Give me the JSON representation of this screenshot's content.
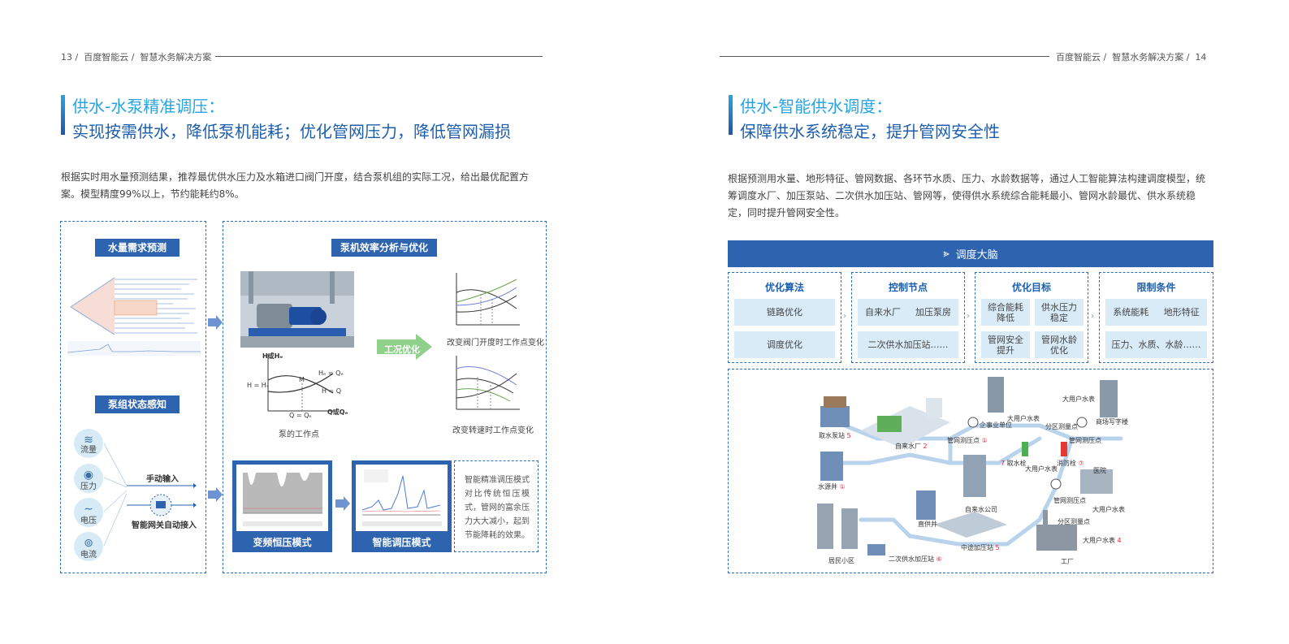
{
  "left": {
    "header": {
      "page": "13",
      "brand": "百度智能云",
      "doc": "智慧水务解决方案"
    },
    "title_line1": "供水-水泵精准调压：",
    "title_line2": "实现按需供水，降低泵机能耗；优化管网压力，降低管网漏损",
    "description": "根据实时用水量预测结果，推荐最优供水压力及水箱进口阀门开度，结合泵机组的实际工况，给出最优配置方案。模型精度99%以上，节约能耗约8%。",
    "panel_demand": "水量需求预测",
    "panel_sensing": "泵组状态感知",
    "sensors": [
      {
        "icon": "wave-icon",
        "label": "流量"
      },
      {
        "icon": "gauge-icon",
        "label": "压力"
      },
      {
        "icon": "sine-icon",
        "label": "电压"
      },
      {
        "icon": "current-icon",
        "label": "电流"
      }
    ],
    "manual_input": "手动输入",
    "gateway_input": "智能网关自动接入",
    "panel_efficiency": "泵机效率分析与优化",
    "pump_caption": "泵的工作点",
    "condition_opt": "工况优化",
    "valve_caption": "改变阀门开度时工作点变化",
    "speed_caption": "改变转速时工作点变化",
    "mode_constant": "变频恒压模式",
    "mode_smart": "智能调压模式",
    "mode_note": "智能精准调压模式对比传统恒压模式，管网的富余压力大大减小，起到节能降耗的效果。",
    "chart_labels": {
      "axis_h": "H或Hₑ",
      "axis_q": "Q或Qₑ",
      "he_qe": "Hₑ = Qₑ",
      "h_q": "H = Q",
      "h_hs": "H = Hₛ",
      "m": "M",
      "q_eq": "Q = Qₑ"
    }
  },
  "right": {
    "header": {
      "page": "14",
      "brand": "百度智能云",
      "doc": "智慧水务解决方案"
    },
    "title_line1": "供水-智能供水调度：",
    "title_line2": "保障供水系统稳定，提升管网安全性",
    "description": "根据预测用水量、地形特征、管网数据、各环节水质、压力、水龄数据等，通过人工智能算法构建调度模型，统筹调度水厂、加压泵站、二次供水加压站、管网等，使得供水系统综合能耗最小、管网水龄最优、供水系统稳定，同时提升管网安全性。",
    "brain_title": "调度大脑",
    "columns": [
      {
        "title": "优化算法",
        "cells": [
          "链路优化",
          "调度优化"
        ]
      },
      {
        "title": "控制节点",
        "cells": [
          "自来水厂",
          "加压泵房",
          "二次供水加压站……"
        ]
      },
      {
        "title": "优化目标",
        "cells": [
          "综合能耗降低",
          "供水压力稳定",
          "管网安全提升",
          "管网水龄优化"
        ]
      },
      {
        "title": "限制条件",
        "cells": [
          "系统能耗",
          "地形特征",
          "压力、水质、水龄……"
        ]
      }
    ],
    "map_labels": {
      "intake": "取水泵站",
      "intake_n": "5",
      "plant": "自来水厂",
      "plant_n": "2",
      "well": "水源井",
      "well_n": "①",
      "enterprise": "企事业单位",
      "big_meter1": "大用户水表",
      "big_meter2": "大用户水表",
      "pressure_pt1": "管网测压点",
      "pressure_pt1_n": "①",
      "pressure_pt2": "管网测压点",
      "zone_meter1": "分区测量点",
      "mall": "商场写字楼",
      "hydrant_a": "取水栓",
      "hydrant_a_n": "7",
      "big_meter3": "大用户水表",
      "fire": "消防栓",
      "fire_n": "⑦",
      "hospital": "医院",
      "company": "自来水公司",
      "direct": "直供井",
      "pressure_pt3": "管网测压点",
      "big_meter4": "大用户水表",
      "zone_meter2": "分区测量点",
      "big_meter5": "大用户水表",
      "big_meter5_n": "4",
      "relay": "中途加压站",
      "relay_n": "5",
      "residential": "居民小区",
      "secondary": "二次供水加压站",
      "secondary_n": "⑥",
      "factory": "工厂"
    }
  }
}
